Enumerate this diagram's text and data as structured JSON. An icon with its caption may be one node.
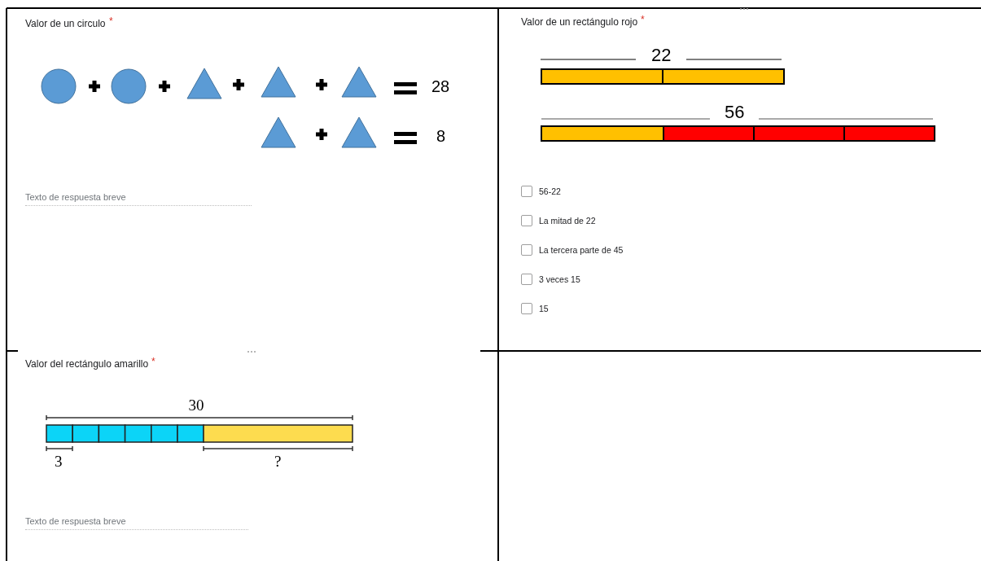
{
  "diagram": {
    "labels": [
      "Valor de un circulo",
      "*",
      "28",
      "8",
      "Texto de respuesta breve",
      "Valor de un rectángulo rojo",
      "*",
      "22",
      "56",
      "56-22",
      "La mitad de 22",
      "La tercera parte de 45",
      "3 veces 15",
      "15",
      "Valor del rectángulo amarillo",
      "*",
      "30",
      "3",
      "?",
      "Texto de respuesta breve"
    ]
  }
}
